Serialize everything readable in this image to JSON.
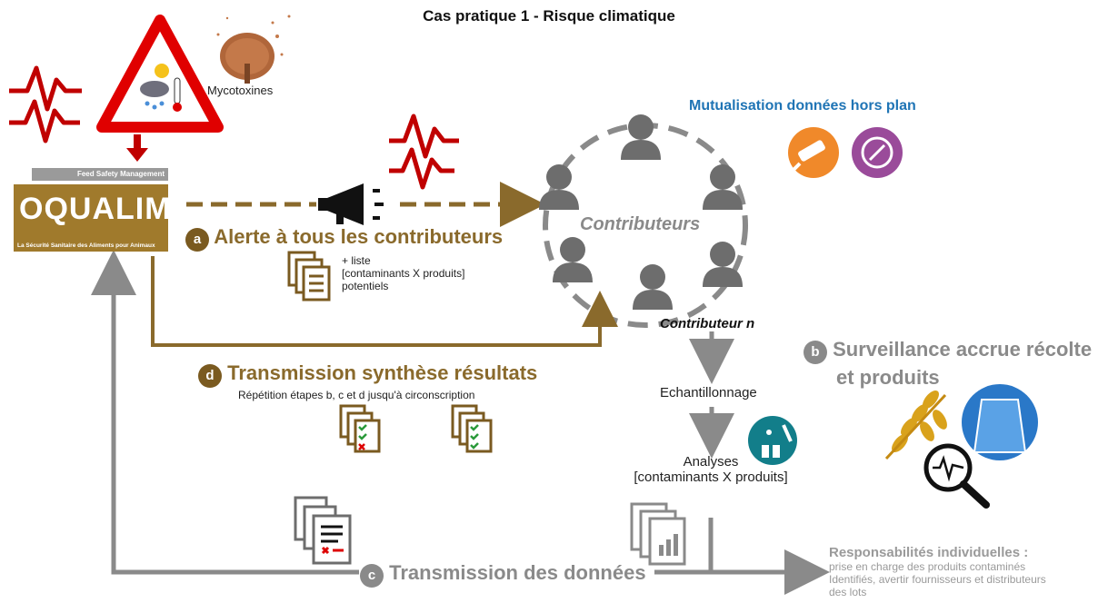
{
  "title": "Cas pratique 1 - Risque climatique",
  "mycotoxines_label": "Mycotoxines",
  "logo": {
    "band": "Feed Safety Management",
    "name": "OQUALIM",
    "tagline": "La Sécurité Sanitaire des Aliments pour Animaux"
  },
  "mutualisation": "Mutualisation données hors plan",
  "step_a": {
    "letter": "a",
    "label": "Alerte à tous les contributeurs"
  },
  "step_a_doc": {
    "line1": "+ liste",
    "line2": "[contaminants X produits]",
    "line3": "potentiels"
  },
  "contributeurs": "Contributeurs",
  "contributeur_n": "Contributeur n",
  "step_b": {
    "letter": "b",
    "line1": "Surveillance accrue récolte",
    "line2": "et produits"
  },
  "echantillonnage": "Echantillonnage",
  "analyses": {
    "line1": "Analyses",
    "line2": "[contaminants X produits]"
  },
  "step_d": {
    "letter": "d",
    "label": "Transmission synthèse résultats"
  },
  "step_d_sub": "Répétition étapes b, c et d jusqu'à circonscription",
  "step_c": {
    "letter": "c",
    "label": "Transmission des données"
  },
  "responsabilites": {
    "title": "Responsabilités individuelles :",
    "line1": "prise en charge des produits contaminés",
    "line2": "Identifiés, avertir fournisseurs et distributeurs",
    "line3": "des lots"
  },
  "colors": {
    "gold": "#8a6a2c",
    "grey": "#8a8a8a",
    "red": "#c00000",
    "teal": "#127e8a",
    "orange": "#f0892a",
    "purple": "#9a4b9a",
    "blue": "#2a78c8"
  }
}
